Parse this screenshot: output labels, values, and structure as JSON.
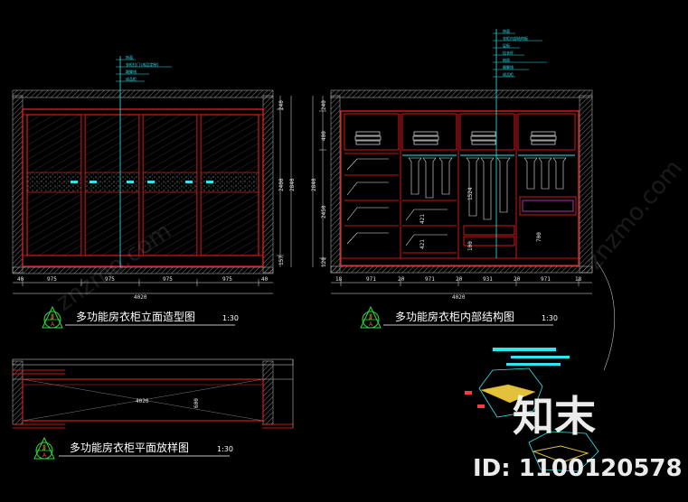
{
  "drawings": {
    "front_elevation": {
      "title": "多功能房衣柜立面造型图",
      "scale": "1:30",
      "symbol_top": "JJ",
      "symbol_bottom": "A",
      "dims_bottom": [
        "40",
        "975",
        "975",
        "975",
        "975",
        "40"
      ],
      "overall_width": "4020",
      "dims_right": [
        "240",
        "2400",
        "2840",
        "157"
      ],
      "notes": [
        "饰面",
        "衣柜拉门(成品定制)",
        "踢脚线",
        "成品柜"
      ]
    },
    "interior_structure": {
      "title": "多功能房衣柜内部结构图",
      "scale": "1:30",
      "symbol_top": "JJ",
      "symbol_bottom": "A",
      "dims_bottom": [
        "18",
        "971",
        "20",
        "971",
        "20",
        "931",
        "20",
        "971",
        "18"
      ],
      "overall_width": "4020",
      "dims_left": [
        "240",
        "400",
        "2840",
        "2450",
        "120"
      ],
      "dims_inner": [
        "1524",
        "421",
        "421",
        "100",
        "700"
      ],
      "notes": [
        "饰面",
        "衣柜内部结构板",
        "层板",
        "挂衣杆",
        "抽屉",
        "踢脚线",
        "成品柜"
      ]
    },
    "plan": {
      "title": "多功能房衣柜平面放样图",
      "scale": "1:30",
      "symbol_top": "JJ",
      "symbol_bottom": "A",
      "dim_width": "4020",
      "dim_depth": "600"
    }
  },
  "watermark": {
    "brand": "知末",
    "id_text": "ID: 1100120578",
    "diagonal": "znzmo.com"
  },
  "colors": {
    "background": "#000000",
    "cabinet_line": "#ff2020",
    "dimension_line": "#2ee6ee",
    "wall_hatch": "#bdbdbd",
    "title_symbol": "#2ddc3c",
    "text": "#ffffff"
  }
}
